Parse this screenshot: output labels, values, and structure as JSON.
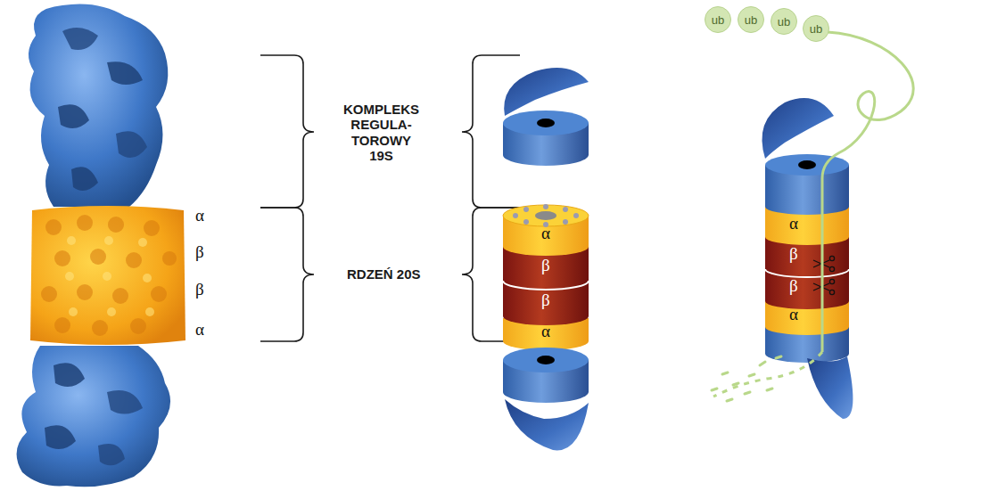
{
  "diagram": {
    "nodes": [
      {
        "text": [
          "ub"
        ]
      },
      {
        "text": [
          "ub"
        ]
      },
      {
        "text": [
          "ub"
        ]
      },
      {
        "text": [
          "ub"
        ]
      }
    ],
    "labels": [
      "KOMPLEKS REGULA- TOROWY 19S",
      "RDZEŃ 20S",
      "α",
      "β",
      "β",
      "α",
      "α",
      "β",
      "β",
      "α",
      "α",
      "β",
      "β",
      "α"
    ]
  }
}
